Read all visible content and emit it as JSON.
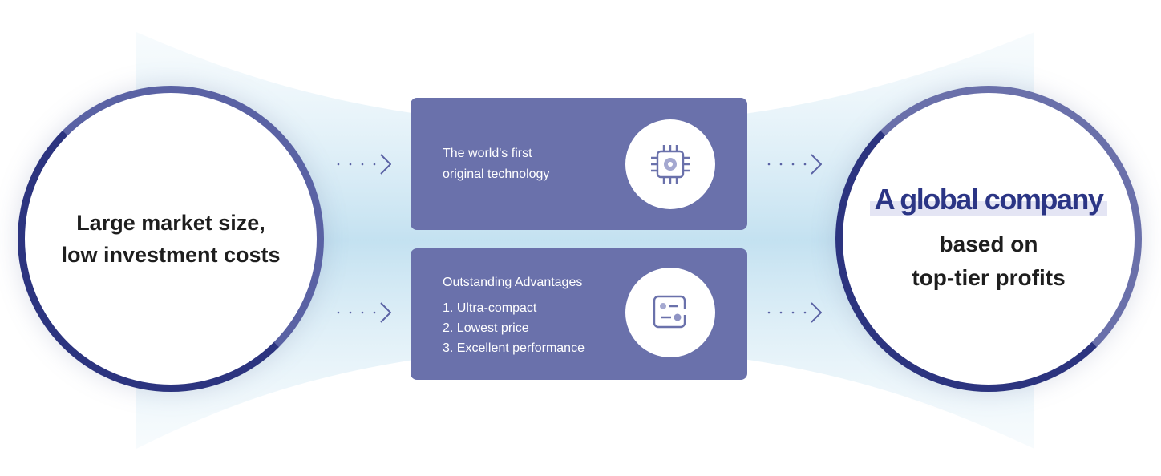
{
  "left_circle": {
    "lines": [
      "Large market size,",
      "low investment costs"
    ]
  },
  "box_technology": {
    "lines": [
      "The world's first",
      "original technology"
    ],
    "icon": "chip-gear-icon"
  },
  "box_advantages": {
    "title": "Outstanding Advantages",
    "items": [
      "1. Ultra-compact",
      "2. Lowest price",
      "3. Excellent performance"
    ],
    "icon": "dashboard-icon"
  },
  "right_circle": {
    "highlight": "A global company",
    "lines": [
      "based on",
      "top-tier profits"
    ]
  },
  "colors": {
    "navy": "#2c347f",
    "box": "#6a71ab",
    "highlight_bg": "#e4e5f4",
    "glow": "#bfe0f0"
  }
}
